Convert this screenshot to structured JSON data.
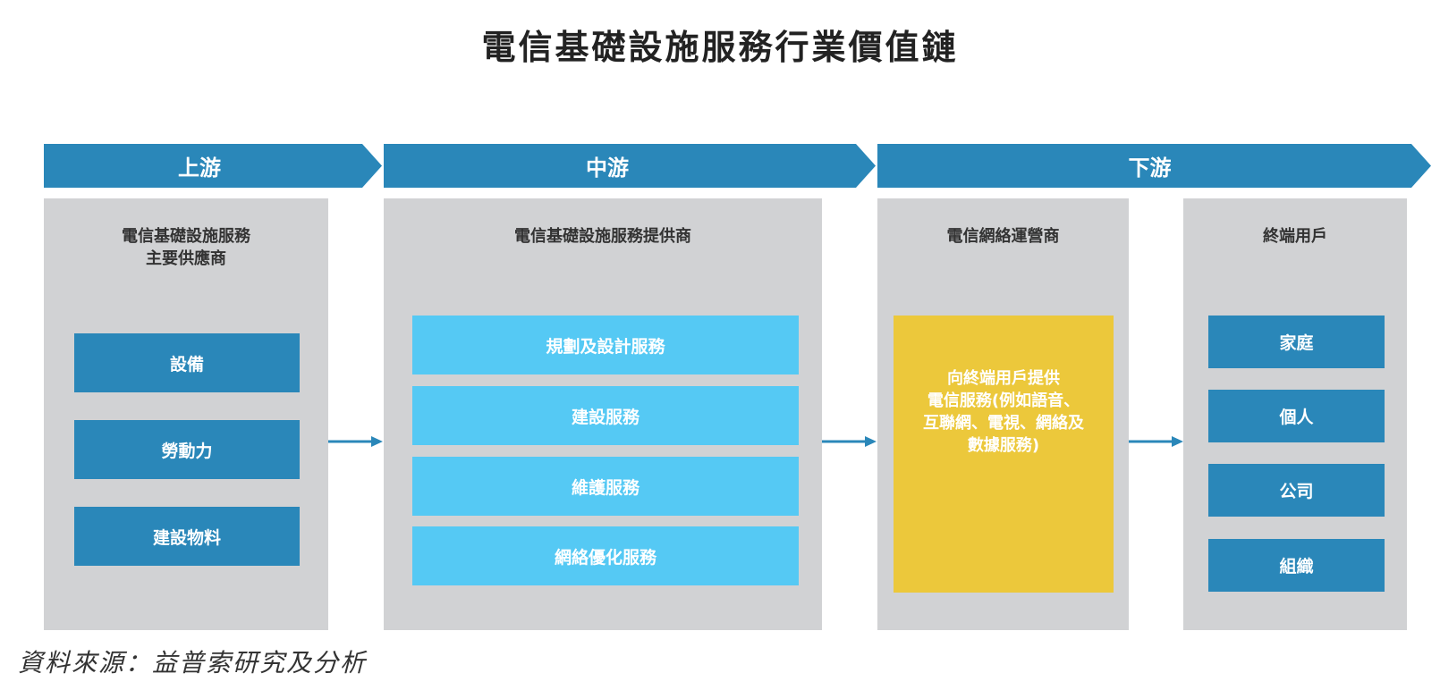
{
  "title": "電信基礎設施服務行業價值鏈",
  "stages": {
    "upstream": "上游",
    "midstream": "中游",
    "downstream": "下游"
  },
  "panels": {
    "suppliers": {
      "title_line1": "電信基礎設施服務",
      "title_line2": "主要供應商",
      "items": [
        "設備",
        "勞動力",
        "建設物料"
      ]
    },
    "providers": {
      "title": "電信基礎設施服務提供商",
      "items": [
        "規劃及設計服務",
        "建設服務",
        "維護服務",
        "網絡優化服務"
      ]
    },
    "operators": {
      "title": "電信網絡運營商",
      "description": "向終端用戶提供\n電信服務(例如語音、\n互聯網、電視、網絡及\n數據服務)"
    },
    "end_users": {
      "title": "終端用戶",
      "items": [
        "家庭",
        "個人",
        "公司",
        "組織"
      ]
    }
  },
  "source": "資料來源：益普索研究及分析",
  "colors": {
    "chevron": "#2a87b9",
    "panel": "#d1d2d4",
    "dark_box": "#2a87b9",
    "light_box": "#55c9f4",
    "highlight_box": "#ecc83b",
    "arrow": "#2a87b9"
  }
}
